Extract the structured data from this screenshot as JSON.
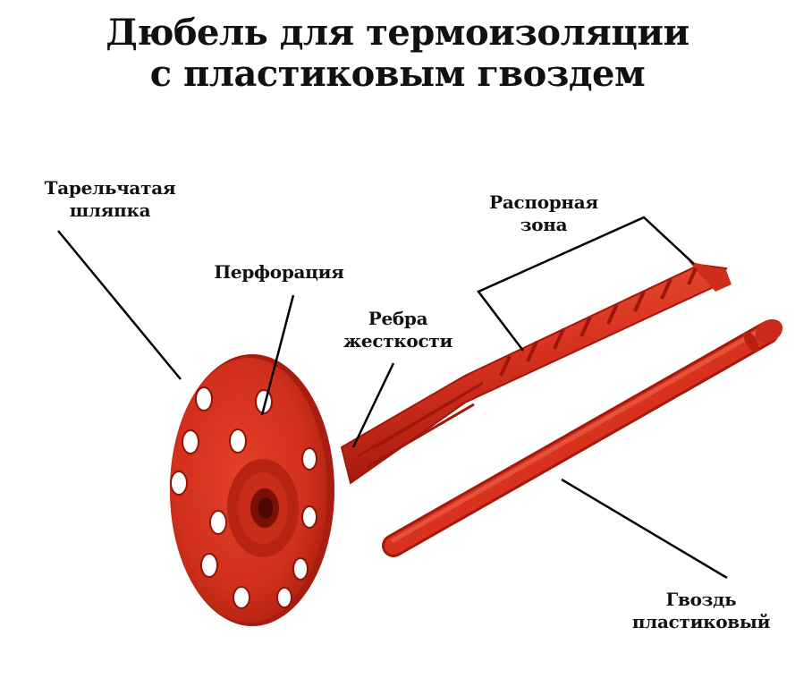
{
  "title": {
    "line1": "Дюбель для термоизоляции",
    "line2": "с пластиковым гвоздем"
  },
  "labels": {
    "plate_head": [
      "Тарельчатая",
      "шляпка"
    ],
    "perforation": "Перфорация",
    "ribs": [
      "Ребра",
      "жесткости"
    ],
    "expansion_zone": [
      "Распорная",
      "зона"
    ],
    "nail": [
      "Гвоздь",
      "пластиковый"
    ]
  },
  "colors": {
    "dowel": "#d8321e",
    "dowel_dark": "#a3190c",
    "dowel_light": "#ee5a3c",
    "leader": "#000000"
  }
}
